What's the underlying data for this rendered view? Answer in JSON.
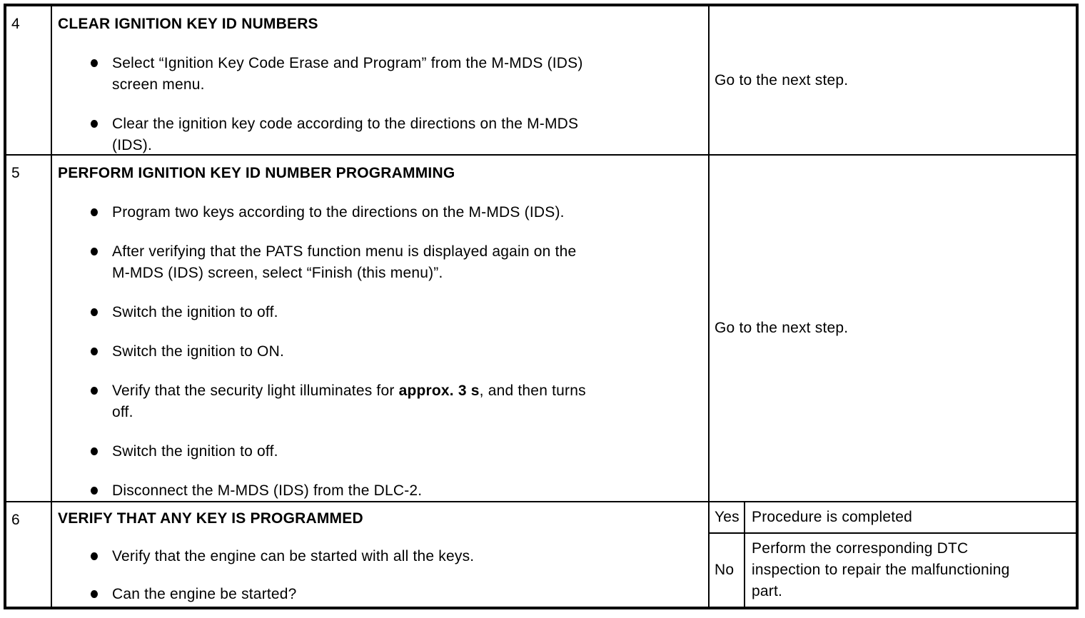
{
  "table": {
    "rows": [
      {
        "num": "4",
        "title": "CLEAR IGNITION KEY ID NUMBERS",
        "bullets": [
          "Select “Ignition Key Code Erase and Program” from the M-MDS (IDS)\nscreen menu.",
          "Clear the ignition key code according to the directions on the M-MDS\n(IDS)."
        ],
        "action": "Go to the next step."
      },
      {
        "num": "5",
        "title": "PERFORM IGNITION KEY ID NUMBER PROGRAMMING",
        "bullets": [
          "Program two keys according to the directions on the M-MDS (IDS).",
          "After verifying that the PATS function menu is displayed again on the\nM-MDS (IDS) screen, select “Finish (this menu)”.",
          "Switch the ignition to off.",
          "Switch the ignition to ON.",
          {
            "pre": "Verify that the security light illuminates for ",
            "bold": "approx. 3 s",
            "post": ", and then turns\noff."
          },
          "Switch the ignition to off.",
          "Disconnect the M-MDS (IDS) from the DLC-2."
        ],
        "action": "Go to the next step."
      },
      {
        "num": "6",
        "title": "VERIFY THAT ANY KEY IS PROGRAMMED",
        "bullets": [
          "Verify that the engine can be started with all the keys.",
          "Can the engine be started?"
        ],
        "decisions": [
          {
            "answer": "Yes",
            "action": "Procedure is completed"
          },
          {
            "answer": "No",
            "action": "Perform the corresponding DTC\ninspection to repair the malfunctioning\npart."
          }
        ]
      }
    ]
  }
}
